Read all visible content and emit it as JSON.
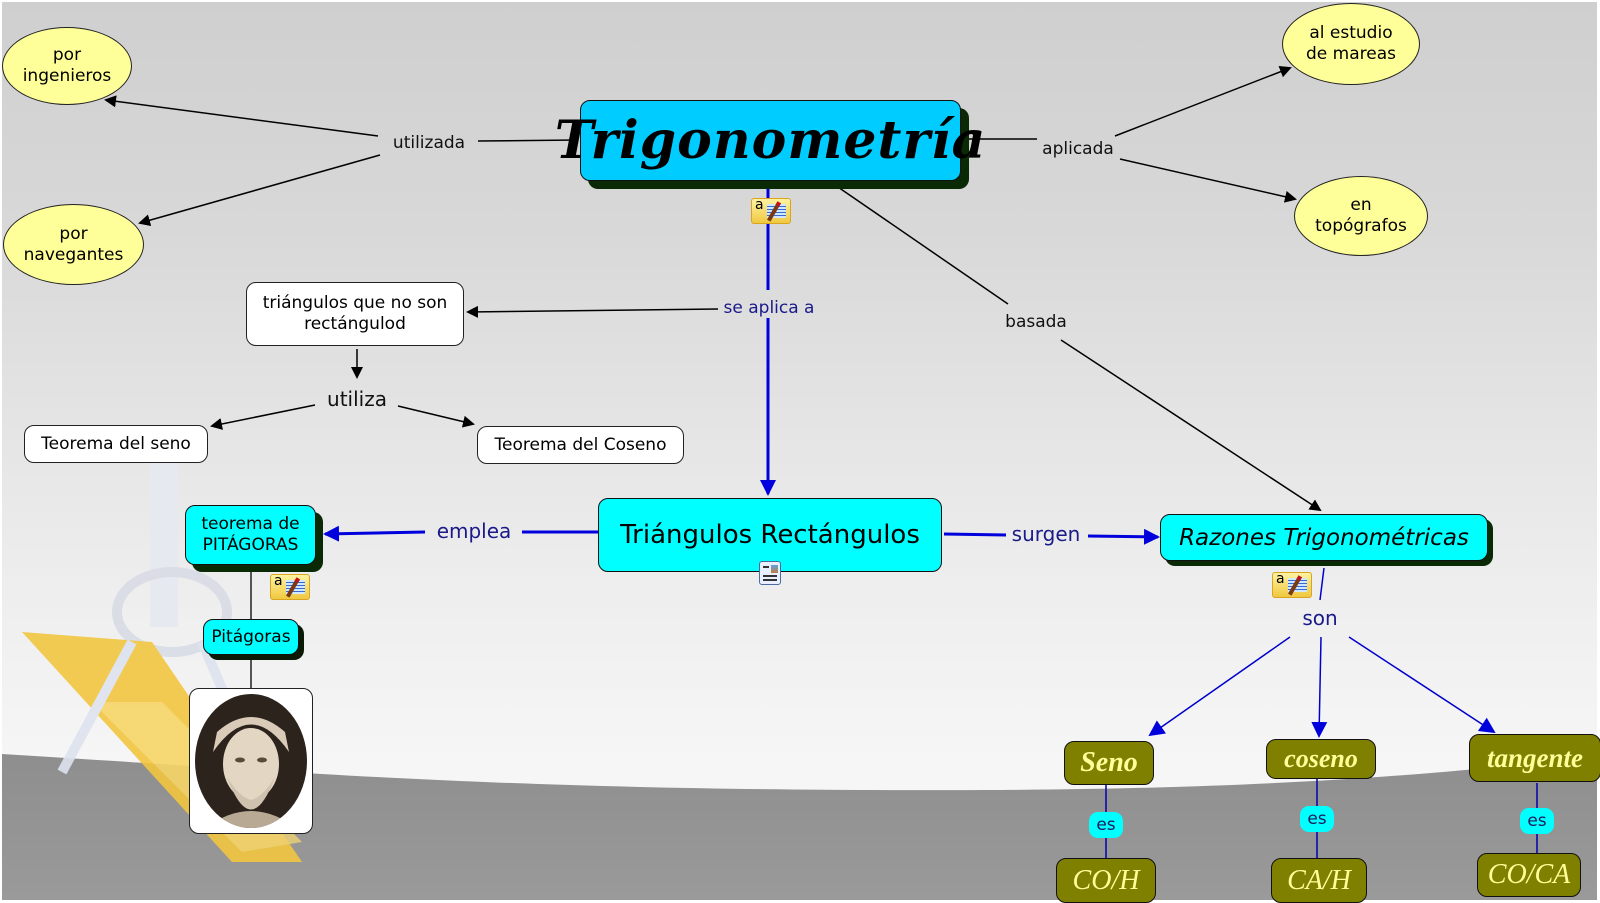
{
  "colors": {
    "main_node": "#00ccff",
    "cyan_node": "#00ffff",
    "ellipse_node": "#ffff99",
    "olive_node": "#808000",
    "olive_text": "#ffff99",
    "blue_link": "#0000cc",
    "black_link": "#000000"
  },
  "nodes": {
    "trigonometria": "Trigonometría",
    "por_ingenieros": [
      "por",
      "ingenieros"
    ],
    "por_navegantes": [
      "por",
      "navegantes"
    ],
    "al_estudio_mareas": [
      "al estudio",
      "de mareas"
    ],
    "en_topografos": [
      "en",
      "topógrafos"
    ],
    "triangulos_no_rect": [
      "triángulos que no son",
      "rectángulod"
    ],
    "teorema_seno": "Teorema del seno",
    "teorema_coseno": "Teorema del Coseno",
    "triangulos_rectangulos": "Triángulos Rectángulos",
    "teorema_pitagoras": [
      "teorema de",
      "PITÁGORAS"
    ],
    "pitagoras": "Pitágoras",
    "razones": "Razones Trigonométricas",
    "seno": "Seno",
    "coseno": "coseno",
    "tangente": "tangente",
    "co_h": "CO/H",
    "ca_h": "CA/H",
    "co_ca": "CO/CA"
  },
  "links": {
    "utilizada": "utilizada",
    "aplicada": "aplicada",
    "se_aplica_a": "se aplica a",
    "basada": "basada",
    "utiliza": "utiliza",
    "emplea": "emplea",
    "surgen": "surgen",
    "son": "son",
    "es_1": "es",
    "es_2": "es",
    "es_3": "es"
  },
  "icons": {
    "note": "annotation-note-icon",
    "image": "image-resource-icon",
    "portrait": "pythagoras-portrait"
  }
}
